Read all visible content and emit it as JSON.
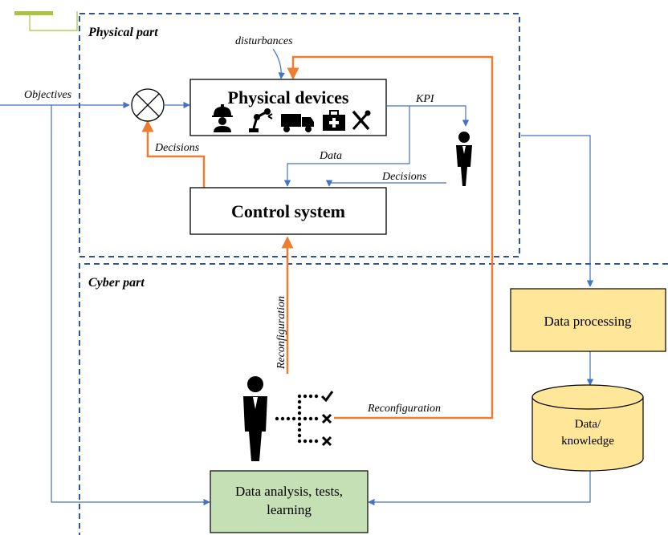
{
  "regions": {
    "physical": "Physical part",
    "cyber": "Cyber part"
  },
  "boxes": {
    "physical_devices": "Physical devices",
    "control_system": "Control system",
    "data_processing": "Data processing",
    "data_knowledge_line1": "Data/",
    "data_knowledge_line2": "knowledge",
    "data_analysis_line1": "Data analysis, tests,",
    "data_analysis_line2": "learning"
  },
  "labels": {
    "disturbances": "disturbances",
    "objectives": "Objectives",
    "kpi": "KPI",
    "decisions_left": "Decisions",
    "data": "Data",
    "decisions_right": "Decisions",
    "reconfiguration_vertical": "Reconfiguration",
    "reconfiguration_horizontal": "Reconfiguration"
  },
  "icons": {
    "devices": [
      "worker-icon",
      "robot-arm-icon",
      "truck-icon",
      "medical-kit-icon",
      "tools-icon"
    ],
    "operator": "person-icon",
    "checklist": [
      "check-icon",
      "cross-icon",
      "cross-icon"
    ]
  },
  "colors": {
    "blue": "#4472c4",
    "dashed": "#2f5597",
    "orange": "#ed7d31",
    "data_fill": "#ffe699",
    "analysis_fill": "#c5e0b4",
    "logo_green": "#a9c23f"
  }
}
